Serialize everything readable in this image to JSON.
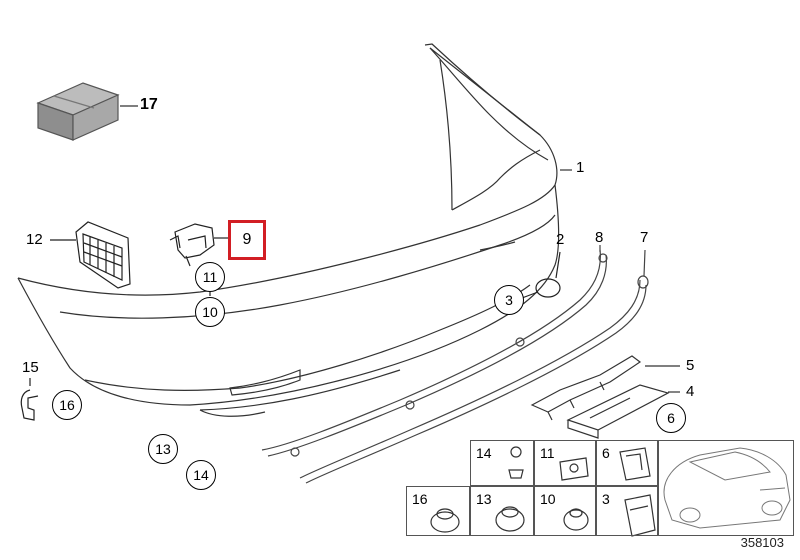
{
  "diagram": {
    "callouts": {
      "p1": "1",
      "p2": "2",
      "p3": "3",
      "p4": "4",
      "p5": "5",
      "p6": "6",
      "p7": "7",
      "p8": "8",
      "p9": "9",
      "p10": "10",
      "p11": "11",
      "p12": "12",
      "p13": "13",
      "p14": "14",
      "p15": "15",
      "p16": "16",
      "p17": "17"
    },
    "table": {
      "top": [
        "14",
        "11",
        "6"
      ],
      "bottom": [
        "16",
        "13",
        "10",
        "3"
      ]
    },
    "drawing_number": "358103",
    "highlight_color": "#d21e24"
  }
}
